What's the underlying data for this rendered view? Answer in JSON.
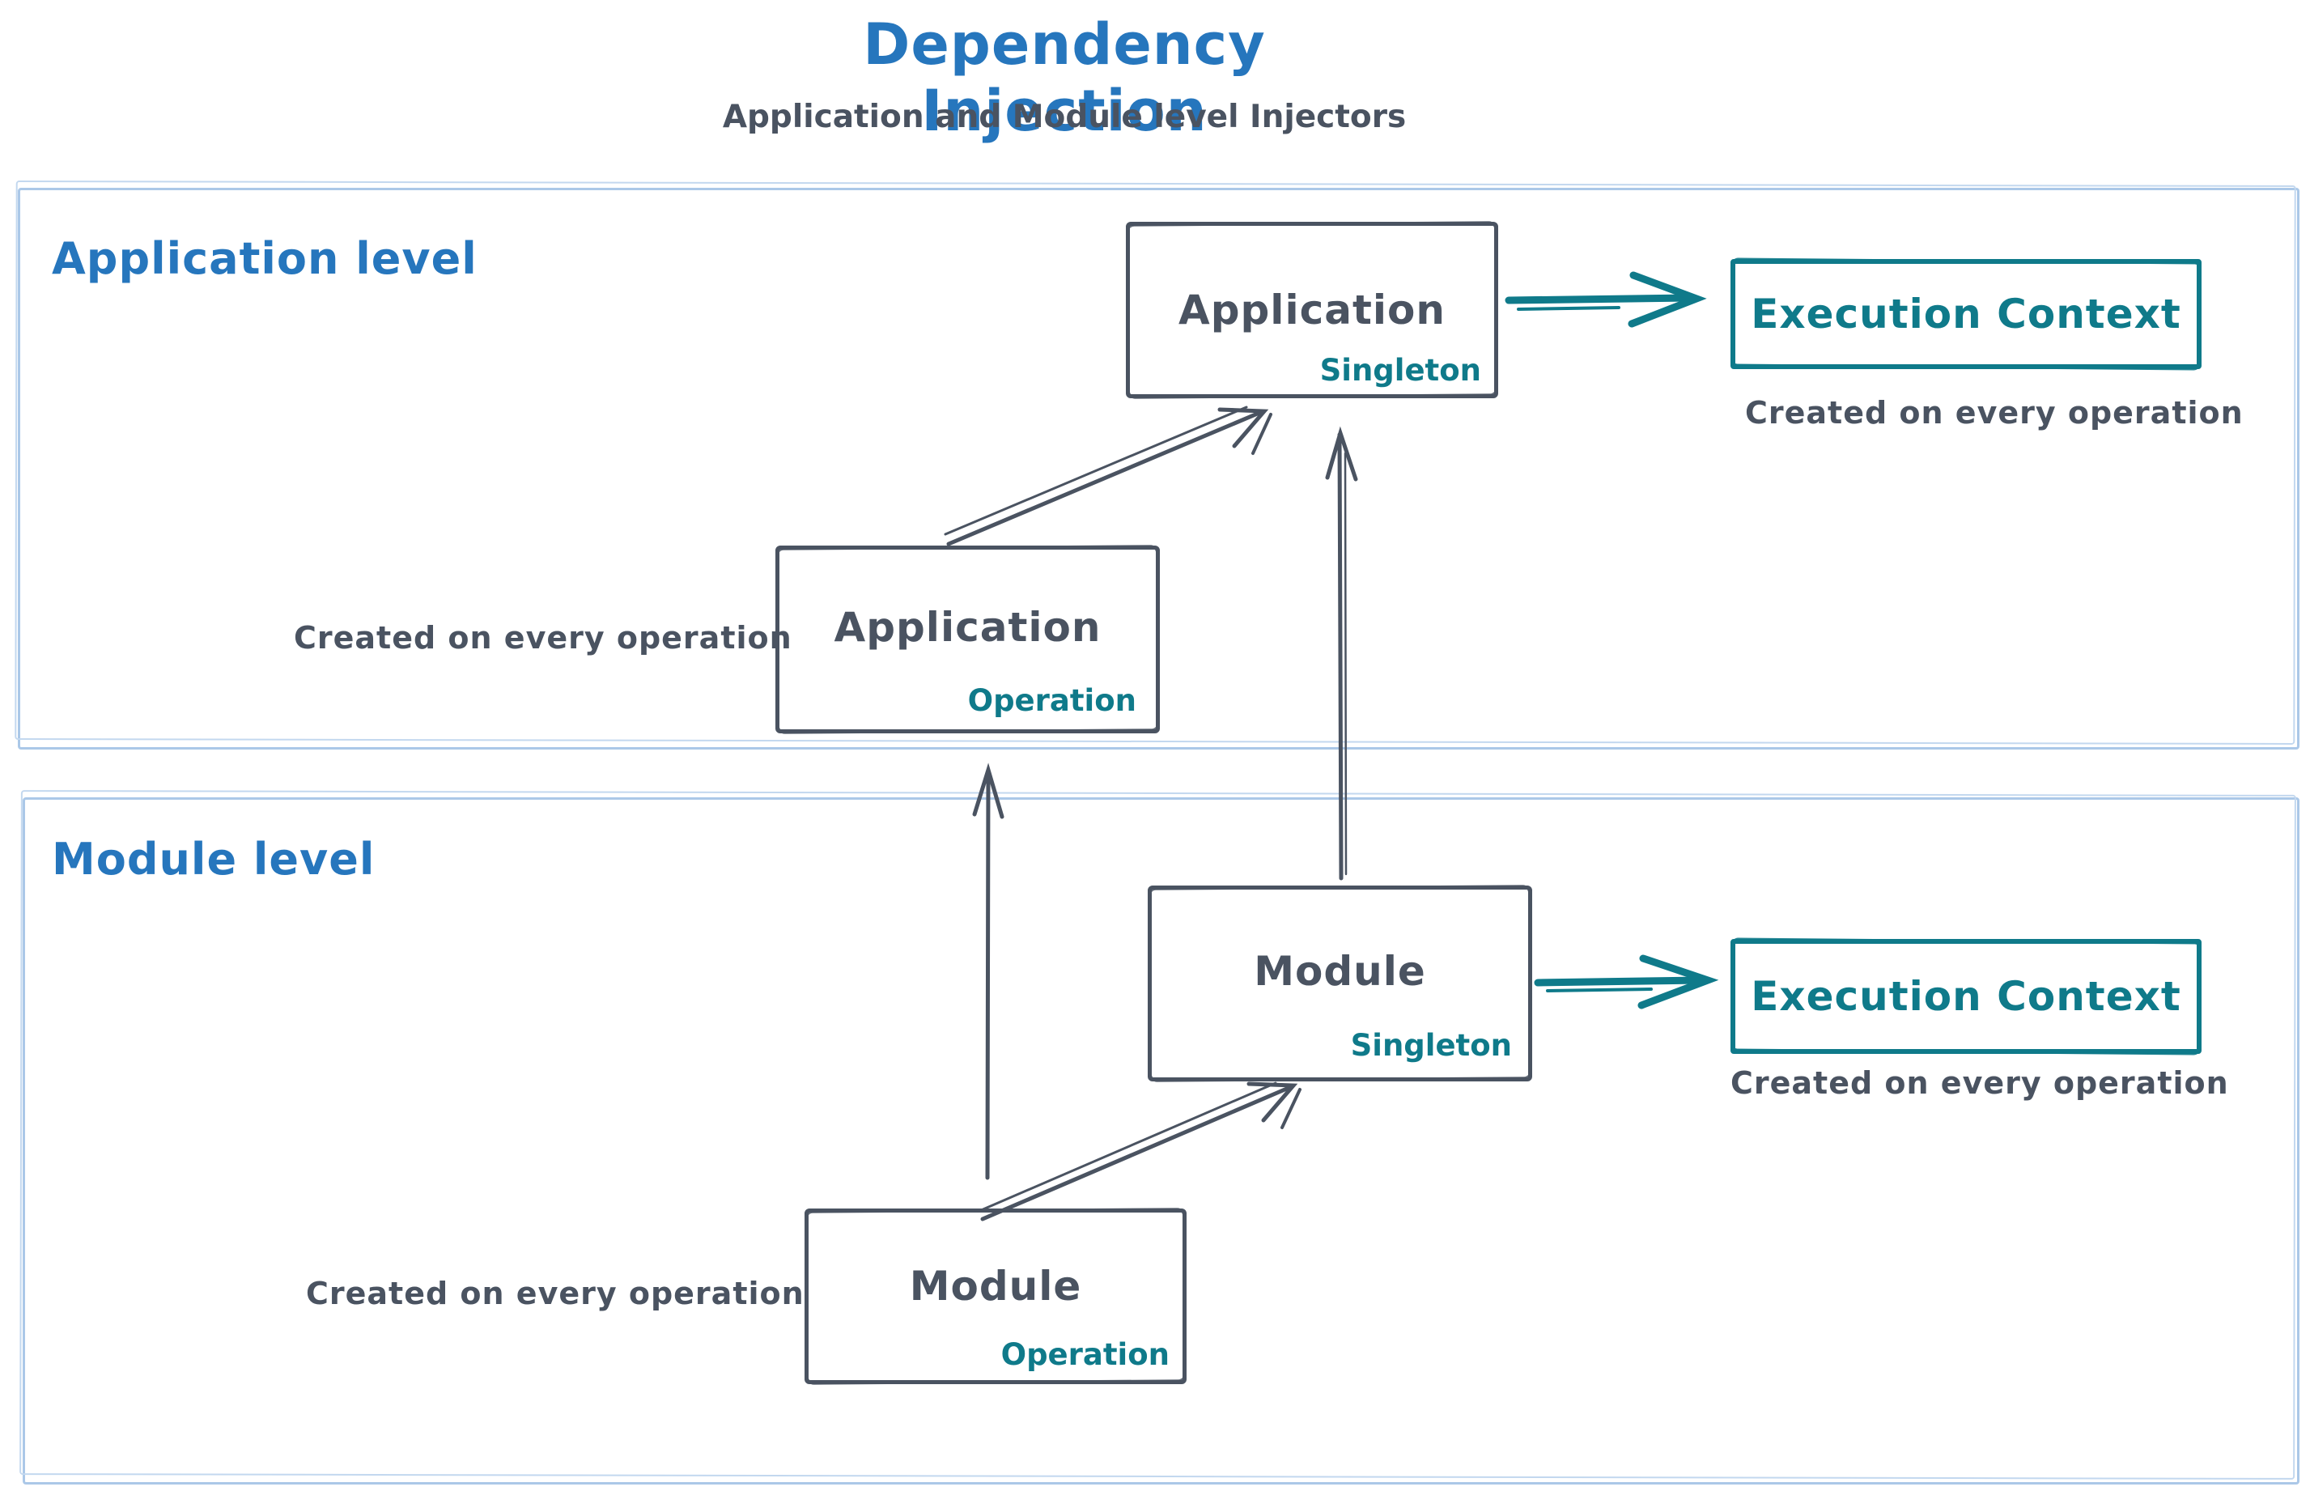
{
  "title": "Dependency Injection",
  "subtitle": "Application and Module level Injectors",
  "colors": {
    "accent_blue": "#2676bd",
    "stroke_dark": "#4a5361",
    "accent_teal": "#0f7a8a",
    "container_border": "#abc8e8",
    "background": "#ffffff"
  },
  "sections": {
    "application": {
      "label": "Application level"
    },
    "module": {
      "label": "Module level"
    }
  },
  "nodes": {
    "app_singleton": {
      "title": "Application",
      "badge": "Singleton"
    },
    "app_operation": {
      "title": "Application",
      "badge": "Operation"
    },
    "module_singleton": {
      "title": "Module",
      "badge": "Singleton"
    },
    "module_operation": {
      "title": "Module",
      "badge": "Operation"
    },
    "exec_context_app": {
      "title": "Execution Context",
      "caption": "Created on every operation"
    },
    "exec_context_module": {
      "title": "Execution Context",
      "caption": "Created on every operation"
    }
  },
  "captions": {
    "app_operation": "Created on every operation",
    "module_operation": "Created on every operation"
  },
  "edges": [
    {
      "from": "app_operation",
      "to": "app_singleton",
      "color": "dark"
    },
    {
      "from": "module_singleton",
      "to": "app_singleton",
      "color": "dark"
    },
    {
      "from": "module_operation",
      "to": "app_operation",
      "color": "dark"
    },
    {
      "from": "module_operation",
      "to": "module_singleton",
      "color": "dark"
    },
    {
      "from": "app_singleton",
      "to": "exec_context_app",
      "color": "teal"
    },
    {
      "from": "module_singleton",
      "to": "exec_context_module",
      "color": "teal"
    }
  ]
}
